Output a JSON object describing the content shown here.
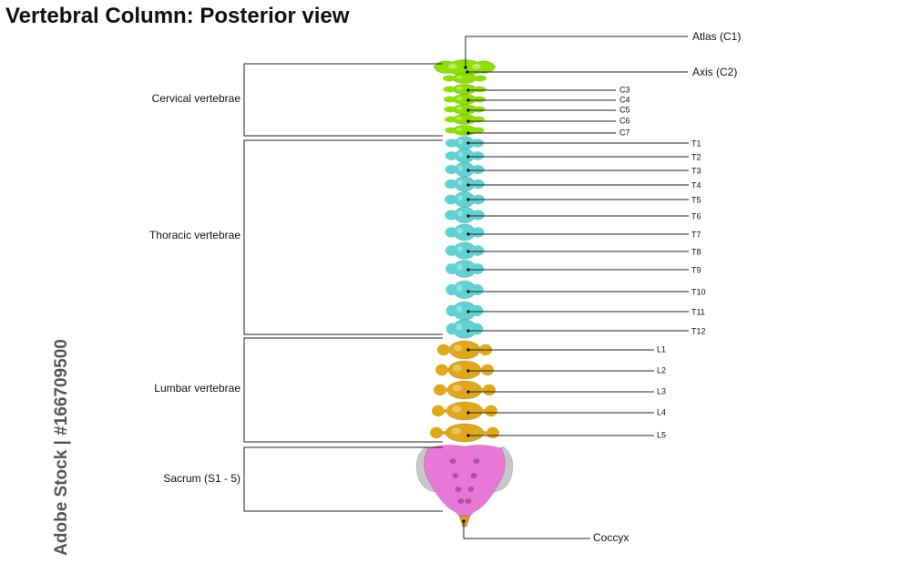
{
  "title": "Vertebral Column: Posterior view",
  "watermark": "Adobe Stock | #166709500",
  "groups": [
    {
      "id": "cervical",
      "label": "Cervical vertebrae"
    },
    {
      "id": "thoracic",
      "label": "Thoracic vertebrae"
    },
    {
      "id": "lumbar",
      "label": "Lumbar vertebrae"
    },
    {
      "id": "sacrum",
      "label": "Sacrum (S1 - 5)"
    }
  ],
  "labels": {
    "atlas": "Atlas (C1)",
    "axis": "Axis (C2)",
    "c3": "C3",
    "c4": "C4",
    "c5": "C5",
    "c6": "C6",
    "c7": "C7",
    "t1": "T1",
    "t2": "T2",
    "t3": "T3",
    "t4": "T4",
    "t5": "T5",
    "t6": "T6",
    "t7": "T7",
    "t8": "T8",
    "t9": "T9",
    "t10": "T10",
    "t11": "T11",
    "t12": "T12",
    "l1": "L1",
    "l2": "L2",
    "l3": "L3",
    "l4": "L4",
    "l5": "L5",
    "coccyx": "Coccyx"
  },
  "colors": {
    "cervical": "#8ee000",
    "thoracic": "#5fd3d3",
    "lumbar": "#e0a818",
    "sacrum": "#e878d8",
    "hip": "#c8c8c8",
    "coccyx": "#d4a020"
  }
}
